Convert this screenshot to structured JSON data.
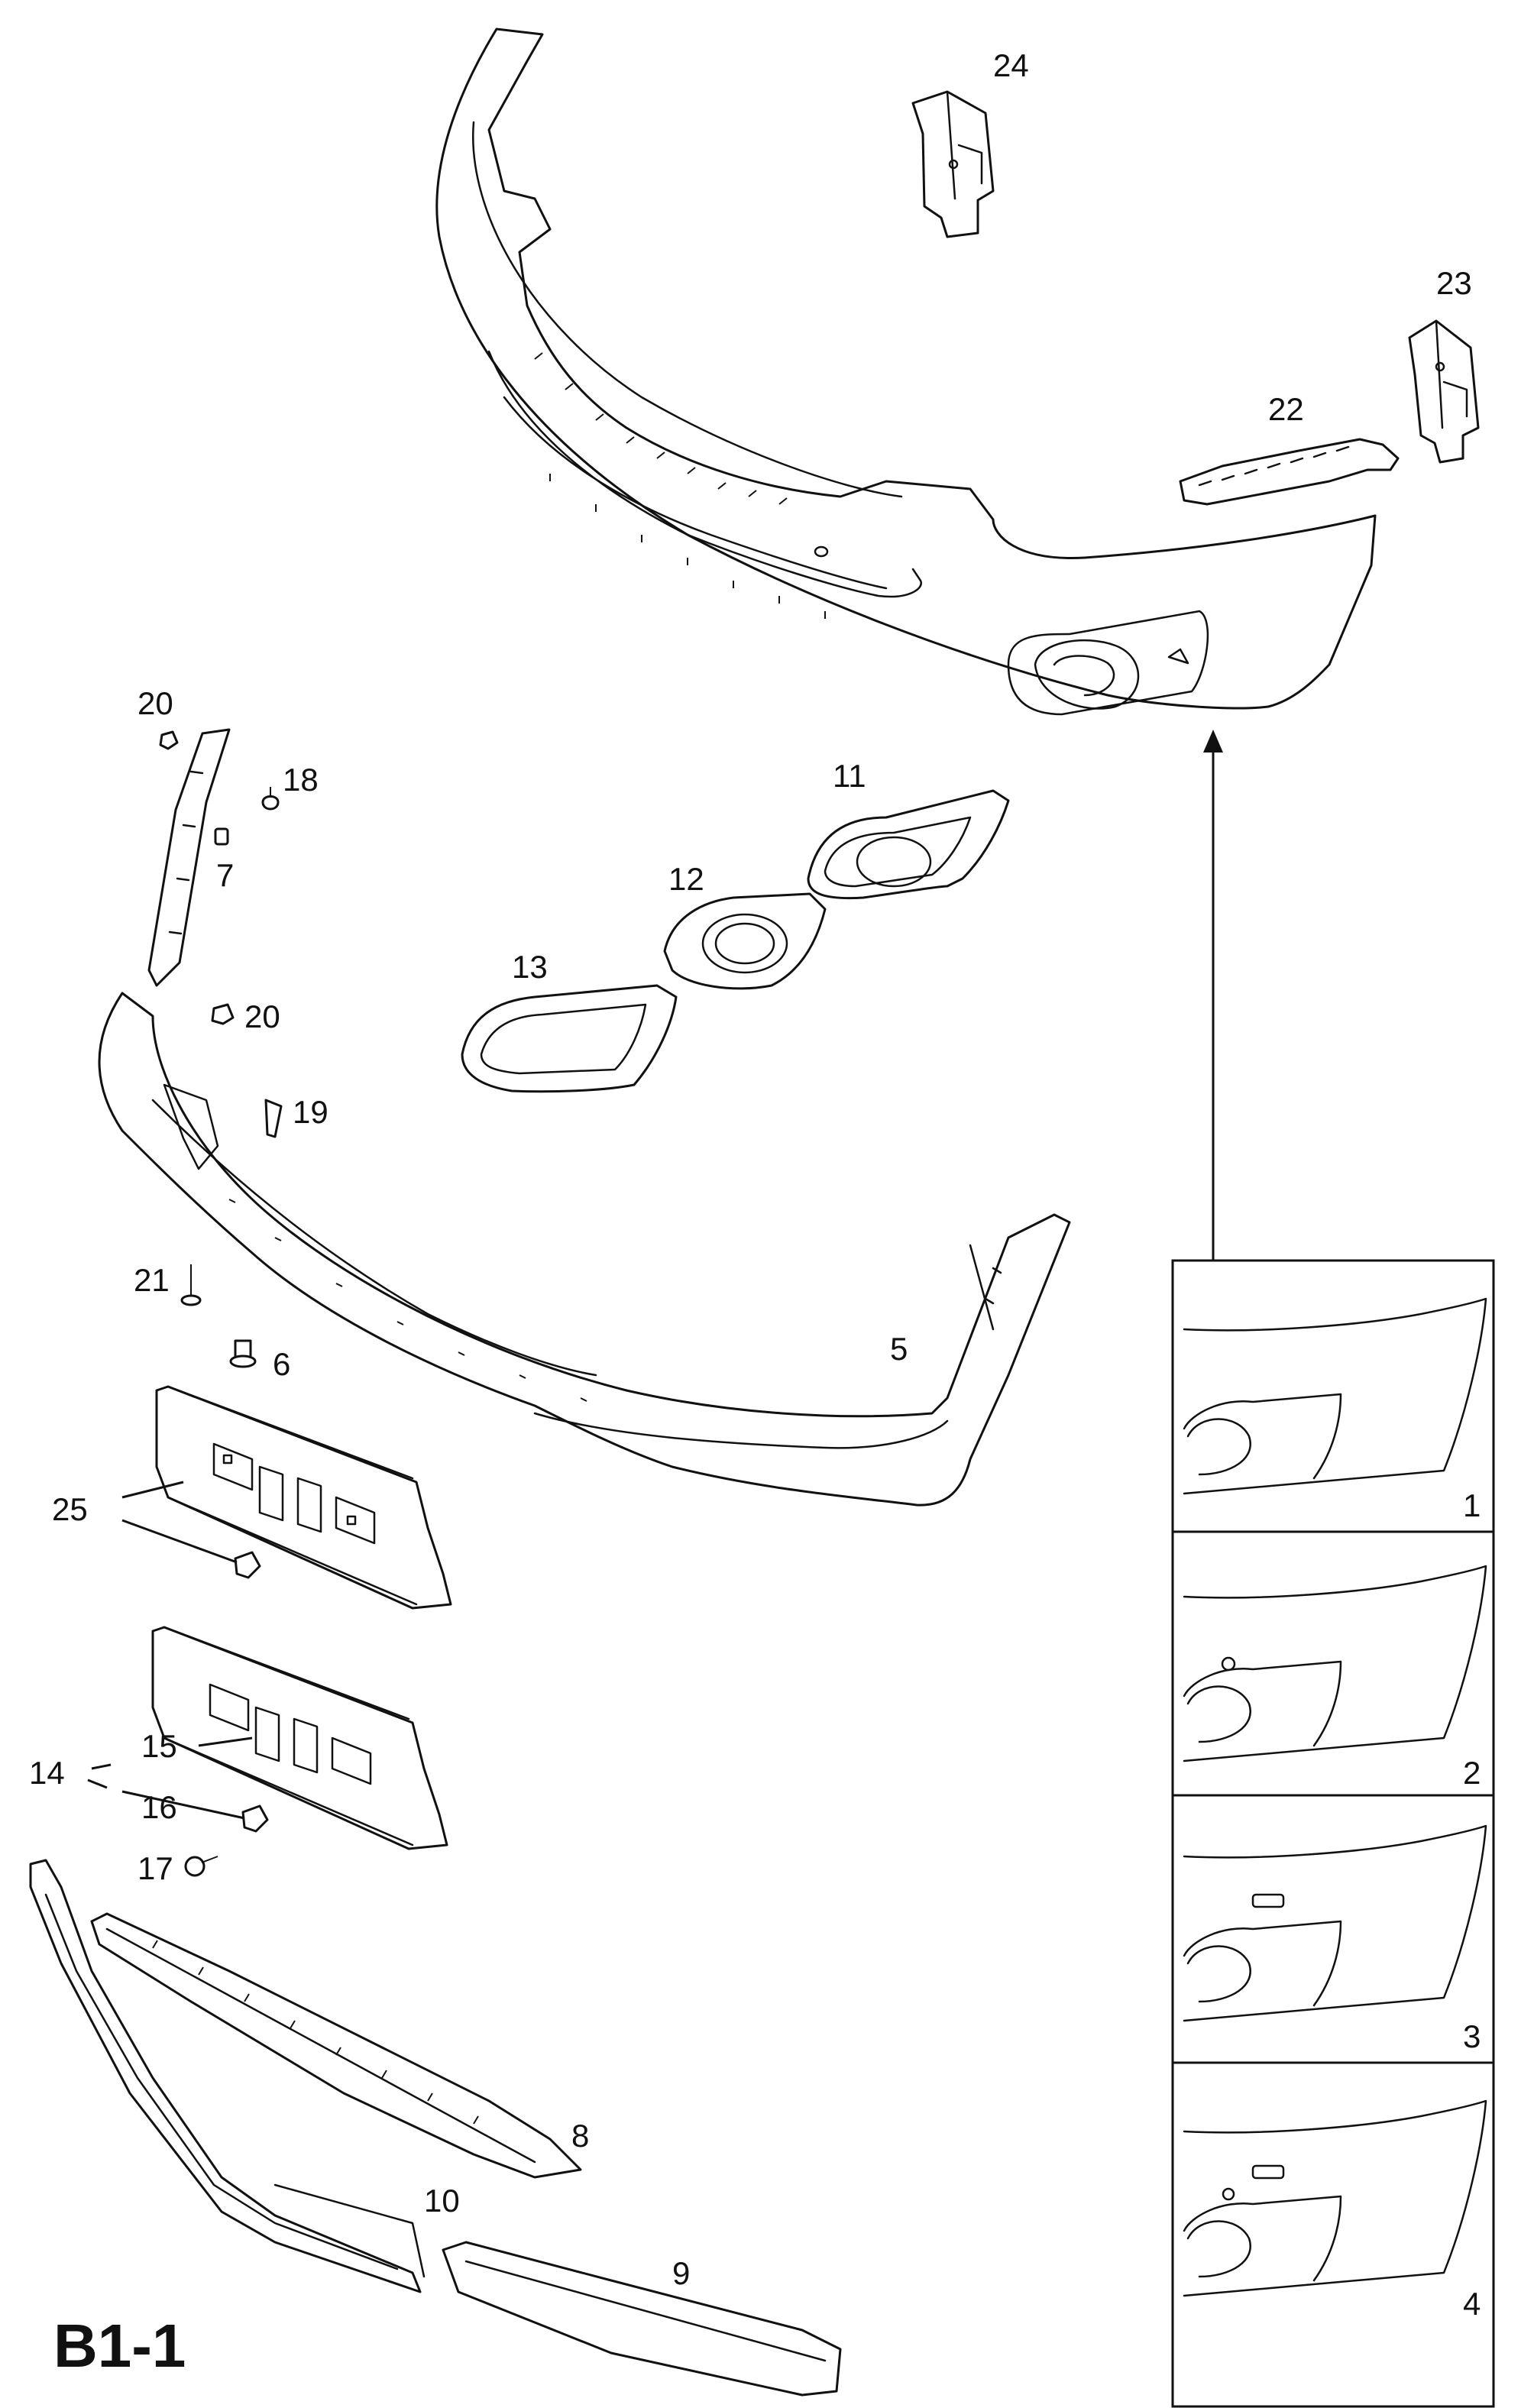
{
  "title": "B1-1",
  "callouts": {
    "c24": "24",
    "c23": "23",
    "c22": "22",
    "c20a": "20",
    "c18": "18",
    "c7": "7",
    "c11": "11",
    "c12": "12",
    "c13": "13",
    "c20b": "20",
    "c19": "19",
    "c21": "21",
    "c6": "6",
    "c5": "5",
    "c25": "25",
    "c15": "15",
    "c14": "14",
    "c16": "16",
    "c17": "17",
    "c8": "8",
    "c10": "10",
    "c9": "9"
  },
  "variants": {
    "v1": "1",
    "v2": "2",
    "v3": "3",
    "v4": "4"
  }
}
